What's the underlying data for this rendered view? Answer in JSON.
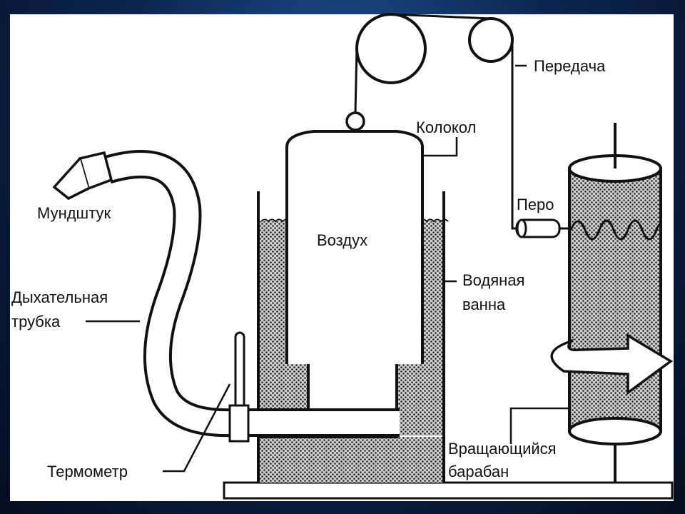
{
  "labels": {
    "transmission": "Передача",
    "bell": "Колокол",
    "pen": "Перо",
    "mouthpiece": "Мундштук",
    "air": "Воздух",
    "water_bath_line1": "Водяная",
    "water_bath_line2": "ванна",
    "breathing_tube_line1": "Дыхательная",
    "breathing_tube_line2": "трубка",
    "thermometer": "Термометр",
    "drum_line1": "Вращающийся",
    "drum_line2": "барабан"
  },
  "colors": {
    "background": "#0b1e3d",
    "panel": "#ffffff",
    "ink": "#111111",
    "water_fill": "#9a9a9a"
  }
}
